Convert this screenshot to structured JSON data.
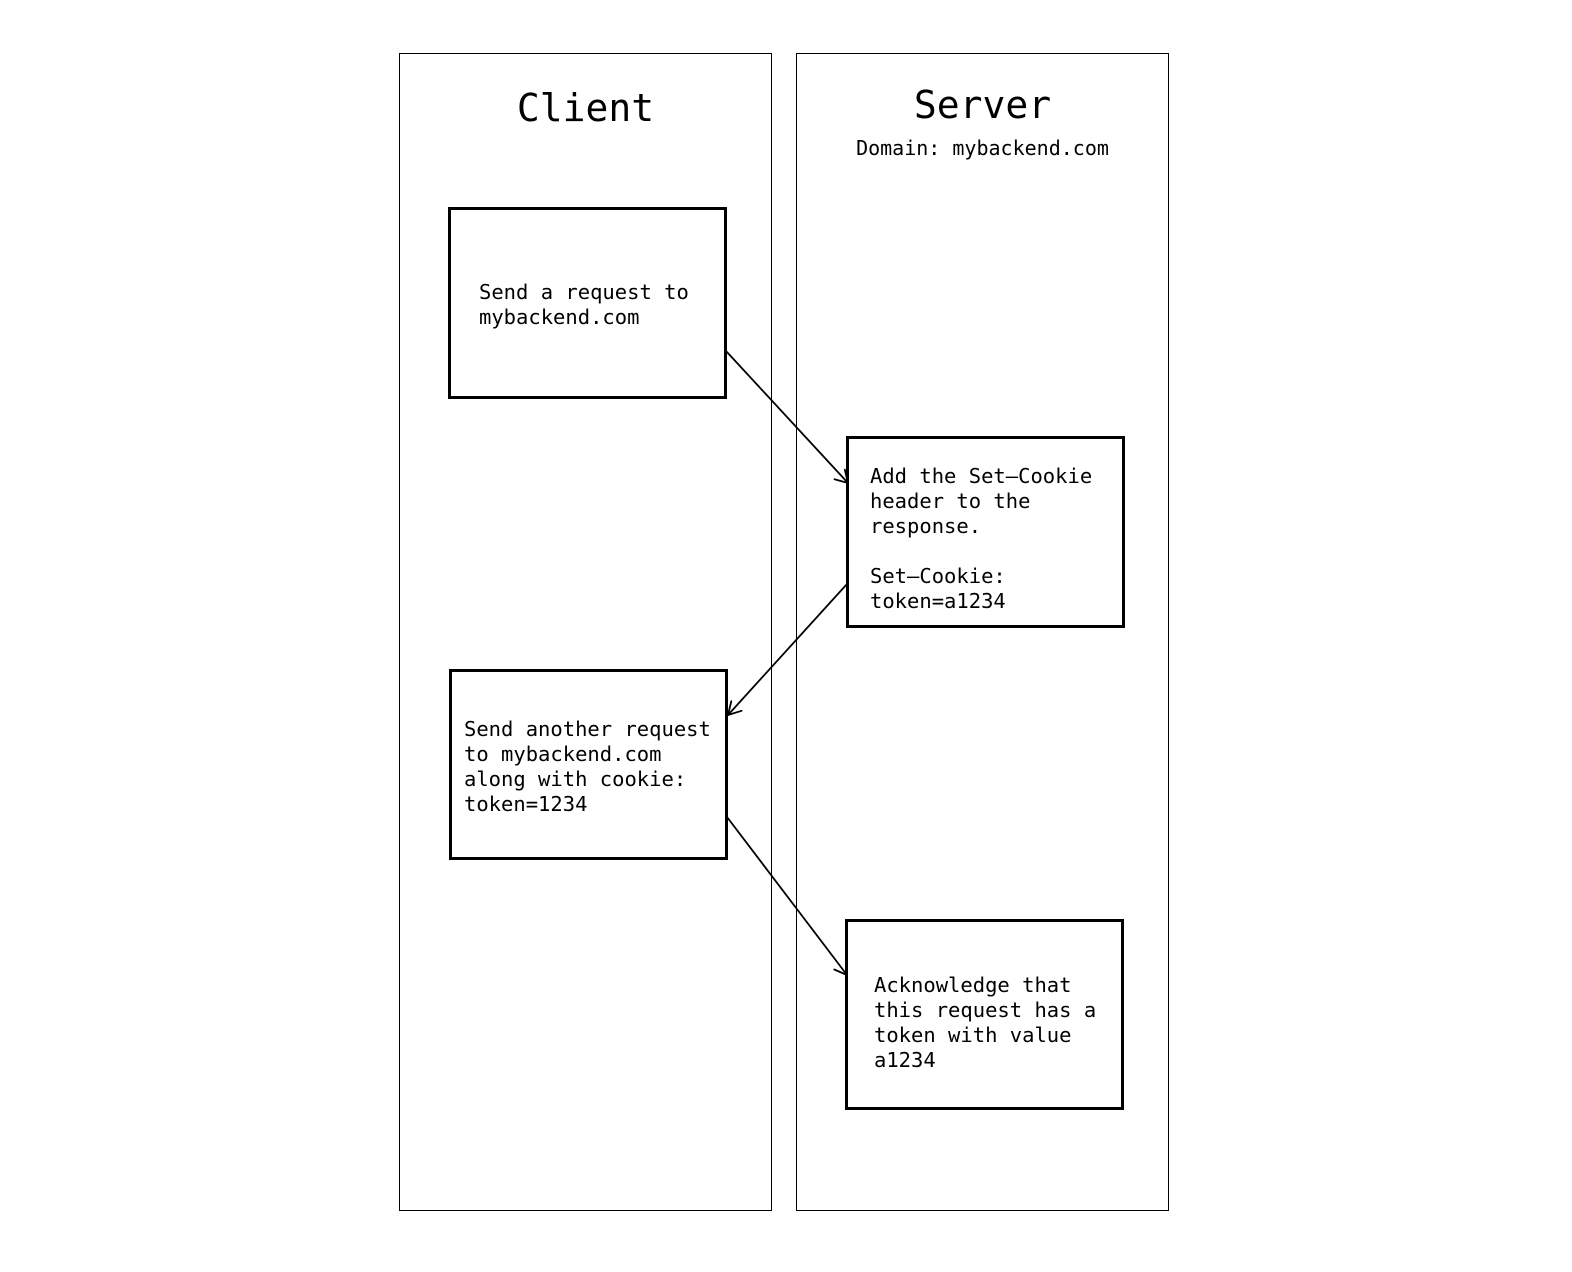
{
  "lanes": {
    "client": {
      "title": "Client"
    },
    "server": {
      "title": "Server",
      "subtitle": "Domain: mybackend.com"
    }
  },
  "steps": {
    "send_request": "Send a request to\nmybackend.com",
    "set_cookie": "Add the Set–Cookie\nheader to the\nresponse.\n\nSet–Cookie:\ntoken=a1234",
    "send_another": "Send another request\nto mybackend.com\nalong with cookie:\ntoken=1234",
    "acknowledge": "Acknowledge that\nthis request has a\ntoken with value\na1234"
  },
  "colors": {
    "stroke": "#000000",
    "background": "#ffffff"
  }
}
